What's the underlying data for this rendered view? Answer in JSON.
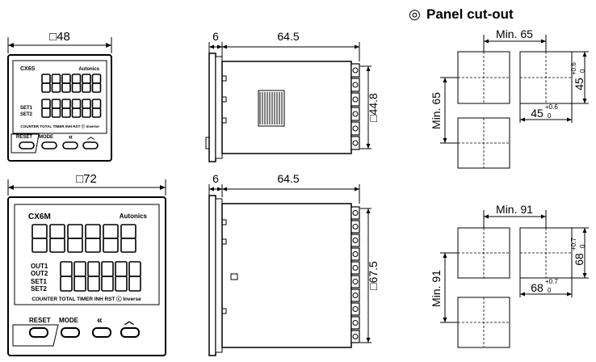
{
  "panel_cutout": {
    "title": "Panel cut-out",
    "title_symbol": "◎",
    "top": {
      "min_horizontal": "Min. 65",
      "min_vertical": "Min. 65",
      "size_w": "45",
      "size_h": "45",
      "tol_plus": "+0.6",
      "tol_zero": "0"
    },
    "bottom": {
      "min_horizontal": "Min. 91",
      "min_vertical": "Min. 91",
      "size_w": "68",
      "size_h": "68",
      "tol_plus": "+0.7",
      "tol_zero": "0"
    }
  },
  "small_unit": {
    "width_label": "□48",
    "model": "CX6S",
    "brand": "Autonics",
    "set1": "SET1",
    "set2": "SET2",
    "status_text": "COUNTER TOTAL TIMER INH RST ⓒ Inverse",
    "reset": "RESET",
    "mode": "MODE"
  },
  "large_unit": {
    "width_label": "□72",
    "model": "CX6M",
    "brand": "Autonics",
    "out1": "OUT1",
    "out2": "OUT2",
    "set1": "SET1",
    "set2": "SET2",
    "status_text": "COUNTER TOTAL TIMER INH RST ⓒ Inverse",
    "reset": "RESET",
    "mode": "MODE"
  },
  "side_small": {
    "bezel_depth": "6",
    "body_depth": "64.5",
    "height": "□44.8"
  },
  "side_large": {
    "bezel_depth": "6",
    "body_depth": "64.5",
    "height": "□67.5"
  }
}
